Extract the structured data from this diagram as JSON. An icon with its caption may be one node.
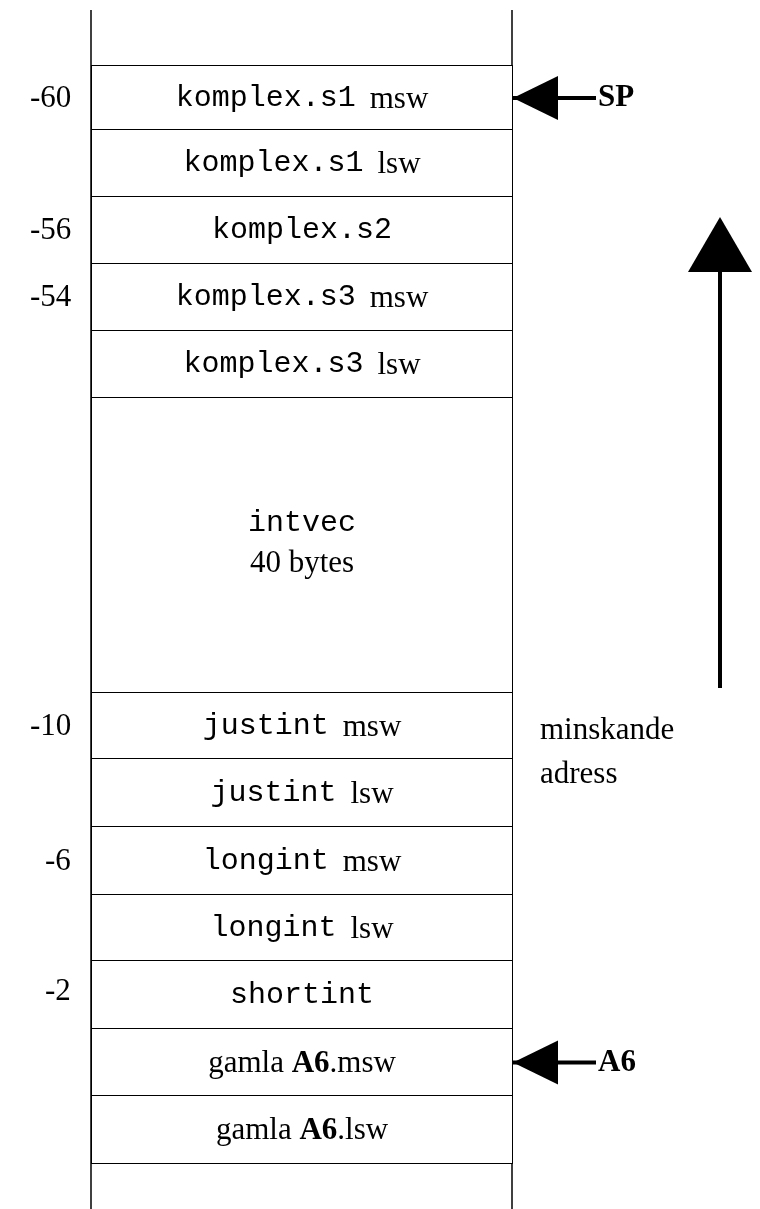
{
  "diagram": {
    "nodes": [
      {
        "text": [
          "komplex.s1",
          "msw"
        ]
      },
      {
        "text": [
          "komplex.s1",
          "lsw"
        ]
      },
      {
        "text": [
          "komplex.s2"
        ]
      },
      {
        "text": [
          "komplex.s3",
          "msw"
        ]
      },
      {
        "text": [
          "komplex.s3",
          "lsw"
        ]
      },
      {
        "text": [
          "intvec",
          "40 bytes"
        ]
      },
      {
        "text": [
          "justint",
          "msw"
        ]
      },
      {
        "text": [
          "justint",
          "lsw"
        ]
      },
      {
        "text": [
          "longint",
          "msw"
        ]
      },
      {
        "text": [
          "longint",
          "lsw"
        ]
      },
      {
        "text": [
          "shortint"
        ]
      },
      {
        "text": [
          "gamla **A6**.msw"
        ]
      },
      {
        "text": [
          "gamla **A6**.lsw"
        ]
      },
      {
        "text": [
          "SP"
        ]
      },
      {
        "text": [
          "A6"
        ]
      }
    ],
    "edges": [
      {
        "from": 13,
        "to": 0,
        "arrow": "to"
      },
      {
        "from": 14,
        "to": 11,
        "arrow": "to"
      }
    ],
    "labels": [
      "-60",
      "-56",
      "-54",
      "-10",
      "minskande adress",
      "-6",
      "-2"
    ]
  }
}
